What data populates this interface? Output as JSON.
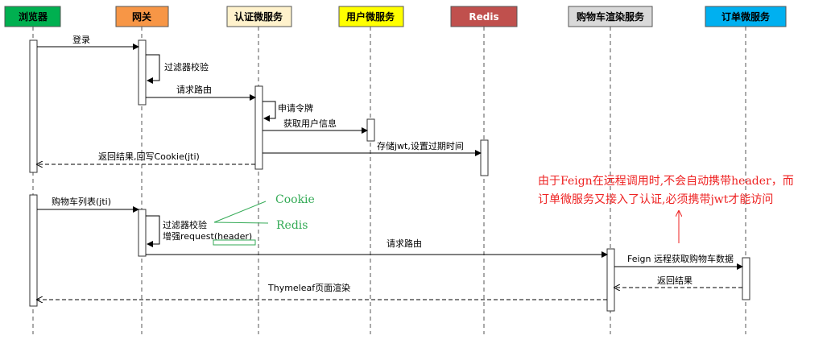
{
  "participants": [
    {
      "id": "browser",
      "label": "浏览器",
      "fill": "#00b050",
      "text_color": "#000000"
    },
    {
      "id": "gateway",
      "label": "网关",
      "fill": "#f79646",
      "text_color": "#000000"
    },
    {
      "id": "auth",
      "label": "认证微服务",
      "fill": "#fff2cc",
      "text_color": "#000000"
    },
    {
      "id": "user",
      "label": "用户微服务",
      "fill": "#ffff00",
      "text_color": "#000000"
    },
    {
      "id": "redis",
      "label": "Redis",
      "fill": "#c0504d",
      "text_color": "#ffffff"
    },
    {
      "id": "cart",
      "label": "购物车渲染服务",
      "fill": "#d9d9d9",
      "text_color": "#000000"
    },
    {
      "id": "order",
      "label": "订单微服务",
      "fill": "#00b0f0",
      "text_color": "#000000"
    }
  ],
  "messages": {
    "login": "登录",
    "filter_check_1": "过滤器校验",
    "route_1": "请求路由",
    "apply_token": "申请令牌",
    "get_user_info": "获取用户信息",
    "store_jwt": "存储jwt,设置过期时间",
    "return_cookie": "返回结果,回写Cookie(jti)",
    "cart_list": "购物车列表(jti)",
    "filter_check_2": "过滤器校验",
    "enhance_request": "增强request(header)",
    "route_2": "请求路由",
    "feign_fetch": "Feign 远程获取购物车数据",
    "return_result": "返回结果",
    "thymeleaf_render": "Thymeleaf页面渲染"
  },
  "annotations": {
    "cookie": "Cookie",
    "redis": "Redis",
    "note_line1": "由于Feign在远程调用时,不会自动携带header，而",
    "note_line2": "订单微服务又接入了认证,必须携带jwt才能访问"
  },
  "colors": {
    "note": "#ee2222",
    "annotation": "#33aa55"
  }
}
